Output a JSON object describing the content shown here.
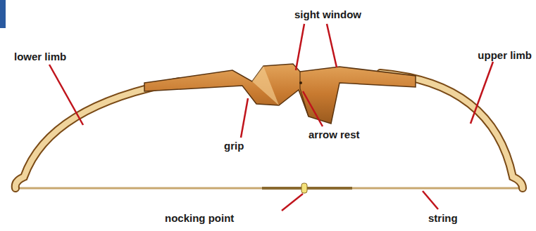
{
  "diagram": {
    "labels": [
      "sight window",
      "lower limb",
      "upper limb",
      "grip",
      "arrow rest",
      "nocking point",
      "string"
    ]
  }
}
